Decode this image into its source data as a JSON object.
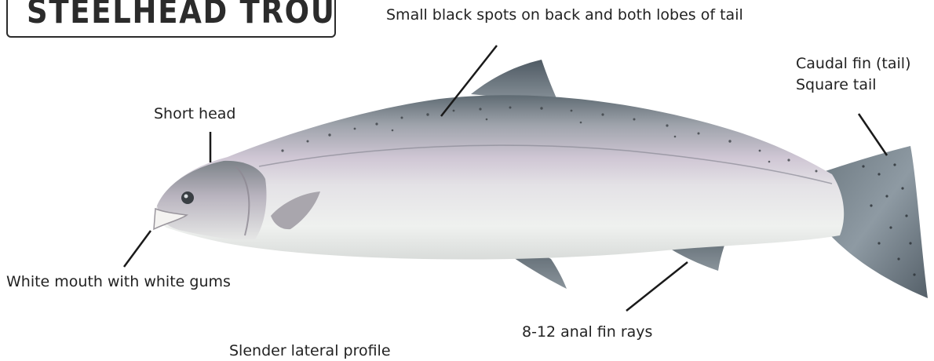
{
  "title": "STEELHEAD TROUT",
  "labels": {
    "spots": "Small black spots on back and both lobes of tail",
    "caudal_line1": "Caudal fin (tail)",
    "caudal_line2": "Square tail",
    "head": "Short head",
    "mouth": "White mouth with white gums",
    "anal": "8-12 anal fin rays",
    "profile": "Slender lateral profile"
  },
  "colors": {
    "background": "#ffffff",
    "text": "#222222",
    "leader_line": "#1a1a1a",
    "fish_back": "#6f7a82",
    "fish_side": "#c9c3d0",
    "fish_belly": "#eef0ef",
    "fin": "#5d6972"
  }
}
